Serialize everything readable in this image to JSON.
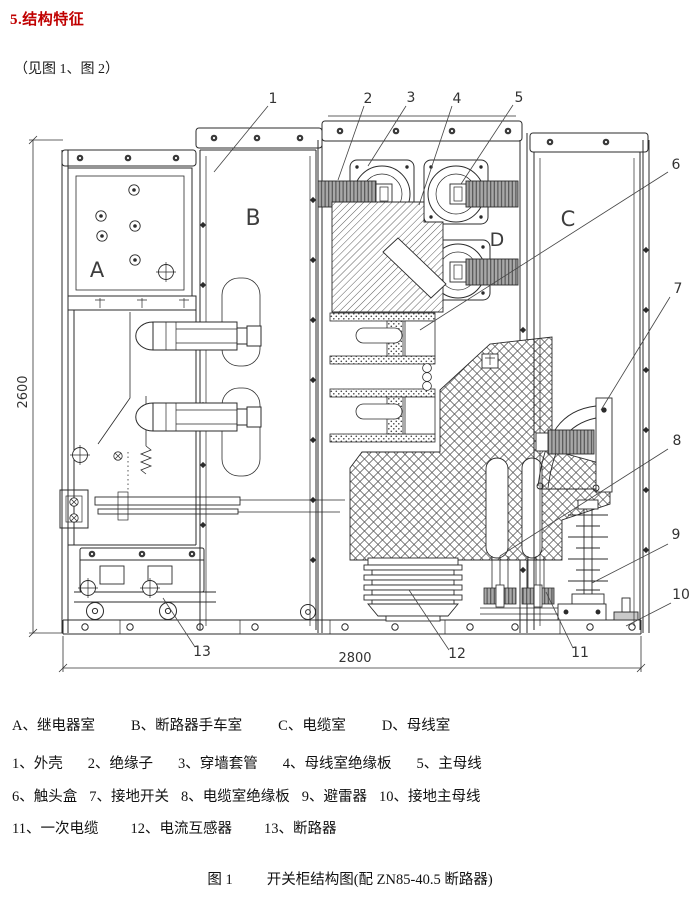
{
  "header": {
    "title": "5.结构特征",
    "subtitle": "（见图 1、图 2）"
  },
  "diagram": {
    "letters": {
      "a": "A",
      "b": "B",
      "c": "C",
      "d": "D"
    },
    "callouts": {
      "n1": "1",
      "n2": "2",
      "n3": "3",
      "n4": "4",
      "n5": "5",
      "n6": "6",
      "n7": "7",
      "n8": "8",
      "n9": "9",
      "n10": "10",
      "n11": "11",
      "n12": "12",
      "n13": "13"
    },
    "dims": {
      "height": "2600",
      "width": "2800"
    }
  },
  "legend": {
    "rooms": [
      "A、继电器室",
      "B、断路器手车室",
      "C、电缆室",
      "D、母线室"
    ],
    "parts1": [
      "1、外壳",
      "2、绝缘子",
      "3、穿墙套管",
      "4、母线室绝缘板",
      "5、主母线"
    ],
    "parts2": [
      "6、触头盒",
      "7、接地开关",
      "8、电缆室绝缘板",
      "9、避雷器",
      "10、接地主母线"
    ],
    "parts3": [
      "11、一次电缆",
      "12、电流互感器",
      "13、断路器"
    ]
  },
  "caption": {
    "fig_no": "图 1",
    "text": "开关柜结构图(配 ZN85-40.5 断路器)"
  }
}
